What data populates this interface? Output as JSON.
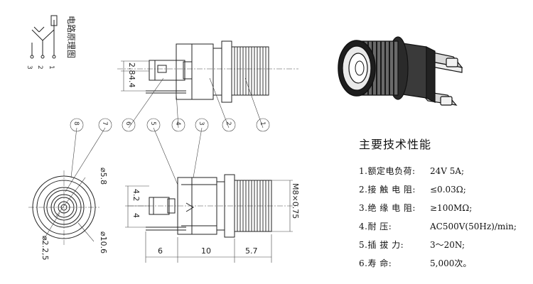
{
  "schematic": {
    "title": "电路原理图",
    "pins": [
      "3",
      "2",
      "1"
    ]
  },
  "balloons": [
    "1",
    "2",
    "3",
    "4",
    "5",
    "6",
    "7",
    "8"
  ],
  "dimensions": {
    "top_h1": "2.8",
    "top_h2": "4.4",
    "front_d1": "⌀5.8",
    "front_d2": "⌀2.2,5",
    "front_d3": "⌀10.6",
    "side_h1": "4.2",
    "side_h2": "4",
    "side_w1": "6",
    "side_w2": "10",
    "side_w3": "5.7",
    "thread": "M8×0.75"
  },
  "specs": {
    "title": "主要技术性能",
    "rows": [
      {
        "label": "1.额定电负荷:",
        "value": "24V   5A;"
      },
      {
        "label": "2.接 触 电 阻:",
        "value": "≤0.03Ω;"
      },
      {
        "label": "3.绝 缘 电 阻:",
        "value": "≥100MΩ;"
      },
      {
        "label": "4.耐       压:",
        "value": "AC500V(50Hz)/min;"
      },
      {
        "label": "5.插   拔   力:",
        "value": "3～20N;"
      },
      {
        "label": "6.寿       命:",
        "value": "5,000次。"
      }
    ]
  }
}
